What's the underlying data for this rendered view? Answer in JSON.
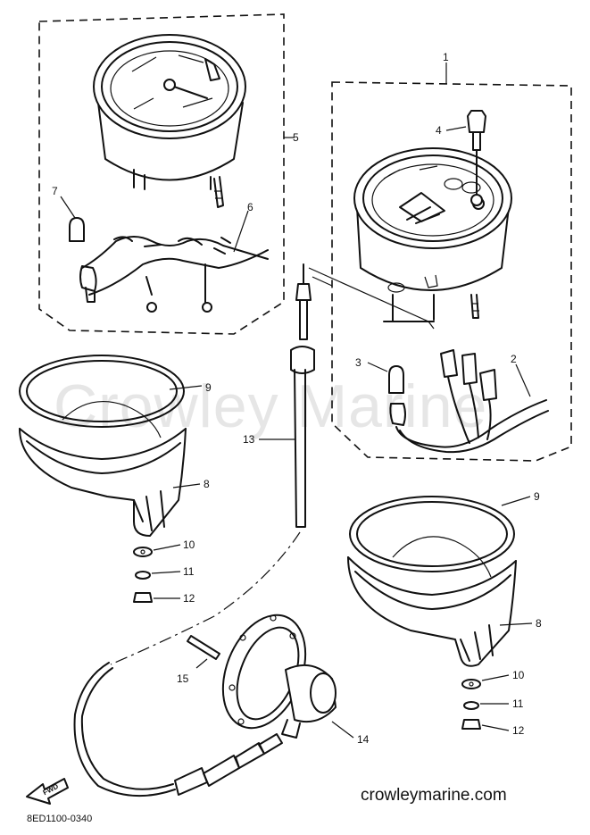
{
  "diagram": {
    "watermark": "Crowley Marine",
    "site": "crowleymarine.com",
    "drawing_code": "8ED1100-0340",
    "fwd_label": "FWD",
    "callouts": [
      {
        "id": "c1",
        "label": "1"
      },
      {
        "id": "c2",
        "label": "2"
      },
      {
        "id": "c3",
        "label": "3"
      },
      {
        "id": "c4",
        "label": "4"
      },
      {
        "id": "c5",
        "label": "5"
      },
      {
        "id": "c6",
        "label": "6"
      },
      {
        "id": "c7",
        "label": "7"
      },
      {
        "id": "c8a",
        "label": "8"
      },
      {
        "id": "c8b",
        "label": "8"
      },
      {
        "id": "c9a",
        "label": "9"
      },
      {
        "id": "c9b",
        "label": "9"
      },
      {
        "id": "c10a",
        "label": "10"
      },
      {
        "id": "c10b",
        "label": "10"
      },
      {
        "id": "c11a",
        "label": "11"
      },
      {
        "id": "c11b",
        "label": "11"
      },
      {
        "id": "c12a",
        "label": "12"
      },
      {
        "id": "c12b",
        "label": "12"
      },
      {
        "id": "c13",
        "label": "13"
      },
      {
        "id": "c14",
        "label": "14"
      },
      {
        "id": "c15",
        "label": "15"
      }
    ]
  }
}
